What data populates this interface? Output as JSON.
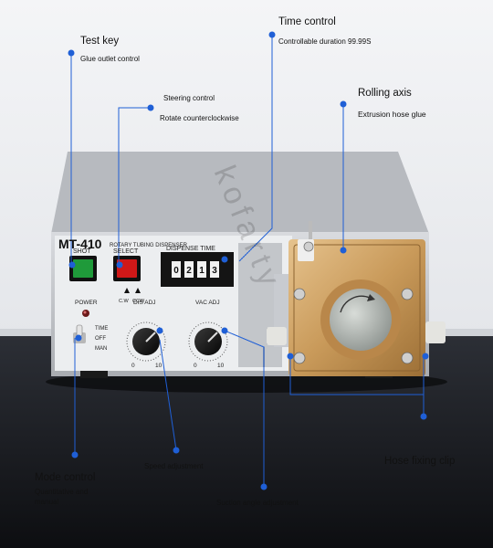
{
  "callouts": {
    "test_key": {
      "title": "Test key",
      "sub": "Glue outlet control"
    },
    "steering": {
      "title": "Steering control",
      "sub": "Rotate counterclockwise"
    },
    "time_control": {
      "title": "Time control",
      "sub": "Controllable duration 99.99S"
    },
    "rolling_axis": {
      "title": "Rolling axis",
      "sub": "Extrusion hose glue"
    },
    "mode_control": {
      "title": "Mode control",
      "sub1": "Quantitative and",
      "sub2": "manual"
    },
    "speed": {
      "title": "Speed adjustment"
    },
    "suction": {
      "title": "Suction angle adjustment"
    },
    "hose_clip": {
      "title": "Hose fixing clip"
    }
  },
  "device": {
    "model": "MT-410",
    "subtitle": "ROTARY TUBING DISPENSER",
    "shot": "SHOT",
    "select": "SELECT",
    "cw": "C.W",
    "ccw": "CCW",
    "dispense_time": "DISPENSE TIME",
    "digits": [
      "0",
      "2",
      "1",
      "3"
    ],
    "power": "POWER",
    "time": "TIME",
    "off": "OFF",
    "man": "MAN",
    "dis_adj": "DIS ADJ",
    "vac_adj": "VAC ADJ",
    "knob_min": "0",
    "knob_max": "10"
  },
  "watermark": "kofarty",
  "colors": {
    "accent": "#1f5fd6",
    "shot_button": "#1f9a3a",
    "select_button": "#d01818",
    "rotor_gold": "#c99a5a"
  }
}
